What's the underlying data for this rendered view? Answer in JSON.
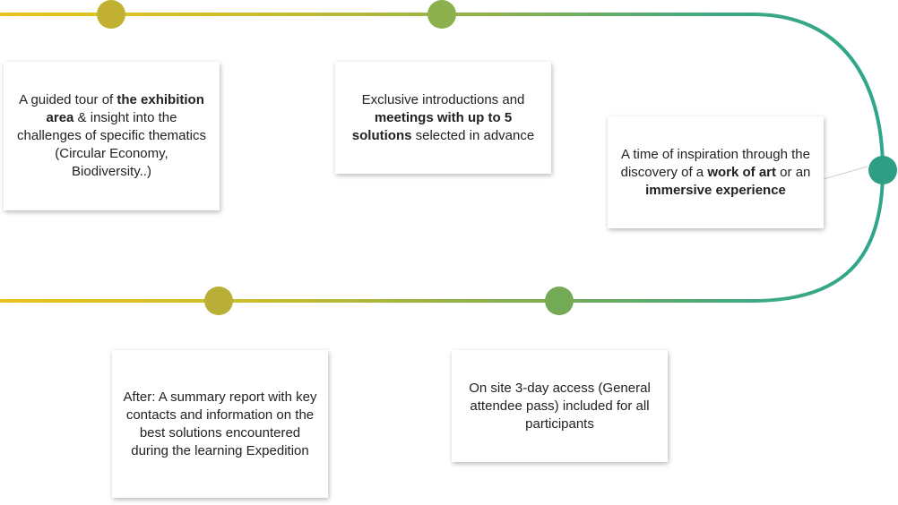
{
  "colors": {
    "yellow": "#E8C420",
    "olive": "#C2B032",
    "green": "#74A955",
    "teal": "#2FA68A",
    "card_text": "#222222"
  },
  "timeline": {
    "nodes": [
      {
        "id": "node-1",
        "color": "#C2B032"
      },
      {
        "id": "node-2",
        "color": "#8EAF4E"
      },
      {
        "id": "node-3",
        "color": "#2E9E84"
      },
      {
        "id": "node-4",
        "color": "#74A955"
      },
      {
        "id": "node-5",
        "color": "#B9AE36"
      }
    ]
  },
  "cards": [
    {
      "id": "card-1",
      "segments": [
        {
          "t": "A guided tour of "
        },
        {
          "t": "the exhibition area",
          "b": true
        },
        {
          "t": " & insight into the challenges of specific thematics (Circular Economy, Biodiversity..)"
        }
      ]
    },
    {
      "id": "card-2",
      "segments": [
        {
          "t": "Exclusive introductions and "
        },
        {
          "t": "meetings with up to 5 solutions",
          "b": true
        },
        {
          "t": " selected in advance"
        }
      ]
    },
    {
      "id": "card-3",
      "segments": [
        {
          "t": "A time of inspiration through the discovery of a "
        },
        {
          "t": "work of art",
          "b": true
        },
        {
          "t": " or an "
        },
        {
          "t": "immersive experience",
          "b": true
        }
      ]
    },
    {
      "id": "card-4",
      "segments": [
        {
          "t": "After: A summary report with key contacts and information on the best solutions encountered during the learning Expedition"
        }
      ]
    },
    {
      "id": "card-5",
      "segments": [
        {
          "t": "On site 3-day access (General attendee pass) included for all participants"
        }
      ]
    }
  ]
}
